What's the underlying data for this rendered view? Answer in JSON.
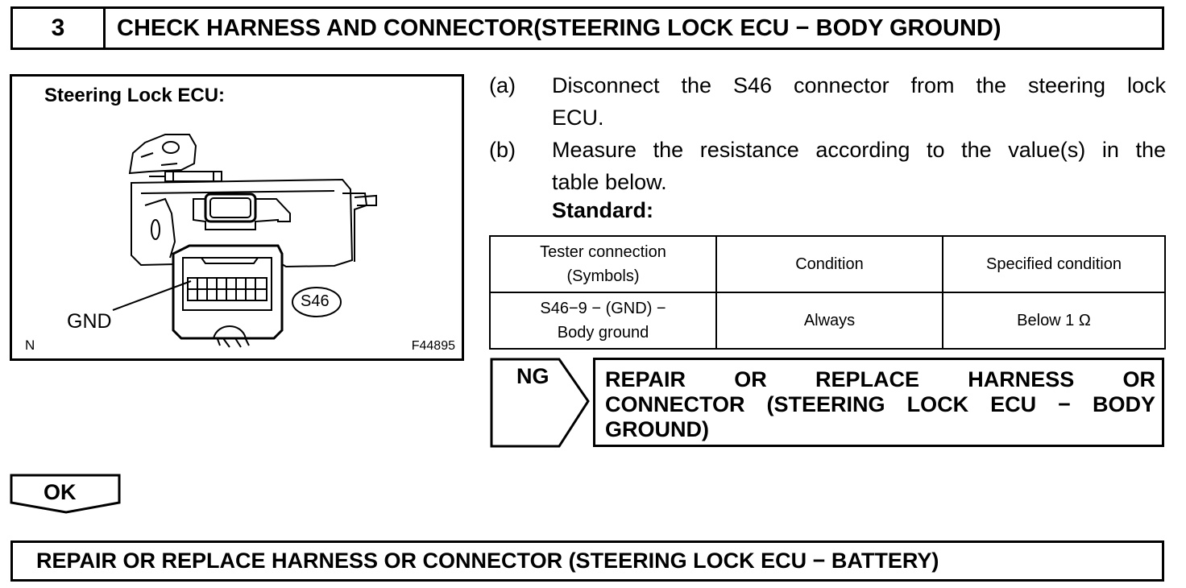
{
  "header": {
    "step_number": "3",
    "title": "CHECK HARNESS AND CONNECTOR(STEERING LOCK ECU − BODY GROUND)"
  },
  "illustration": {
    "caption": "Steering Lock ECU:",
    "gnd_label": "GND",
    "connector_label": "S46",
    "corner_left": "N",
    "figure_id": "F44895"
  },
  "steps": [
    {
      "label": "(a)",
      "line1": "Disconnect the S46 connector from the steering lock",
      "line2": "ECU."
    },
    {
      "label": "(b)",
      "line1": "Measure the resistance according to the value(s) in the",
      "line2": "table below."
    }
  ],
  "standard_label": "Standard:",
  "table": {
    "headers": {
      "col1_line1": "Tester connection",
      "col1_line2": "(Symbols)",
      "col2": "Condition",
      "col3": "Specified condition"
    },
    "row": {
      "col1_line1": "S46−9 − (GND) −",
      "col1_line2": "Body ground",
      "col2": "Always",
      "col3": "Below 1 Ω"
    }
  },
  "ng": {
    "label": "NG",
    "line1": "REPAIR OR REPLACE HARNESS OR",
    "line2": "CONNECTOR (STEERING LOCK ECU − BODY",
    "line3": "GROUND)"
  },
  "ok": {
    "label": "OK"
  },
  "final": {
    "text": "REPAIR OR REPLACE HARNESS OR CONNECTOR (STEERING LOCK ECU − BATTERY)"
  }
}
